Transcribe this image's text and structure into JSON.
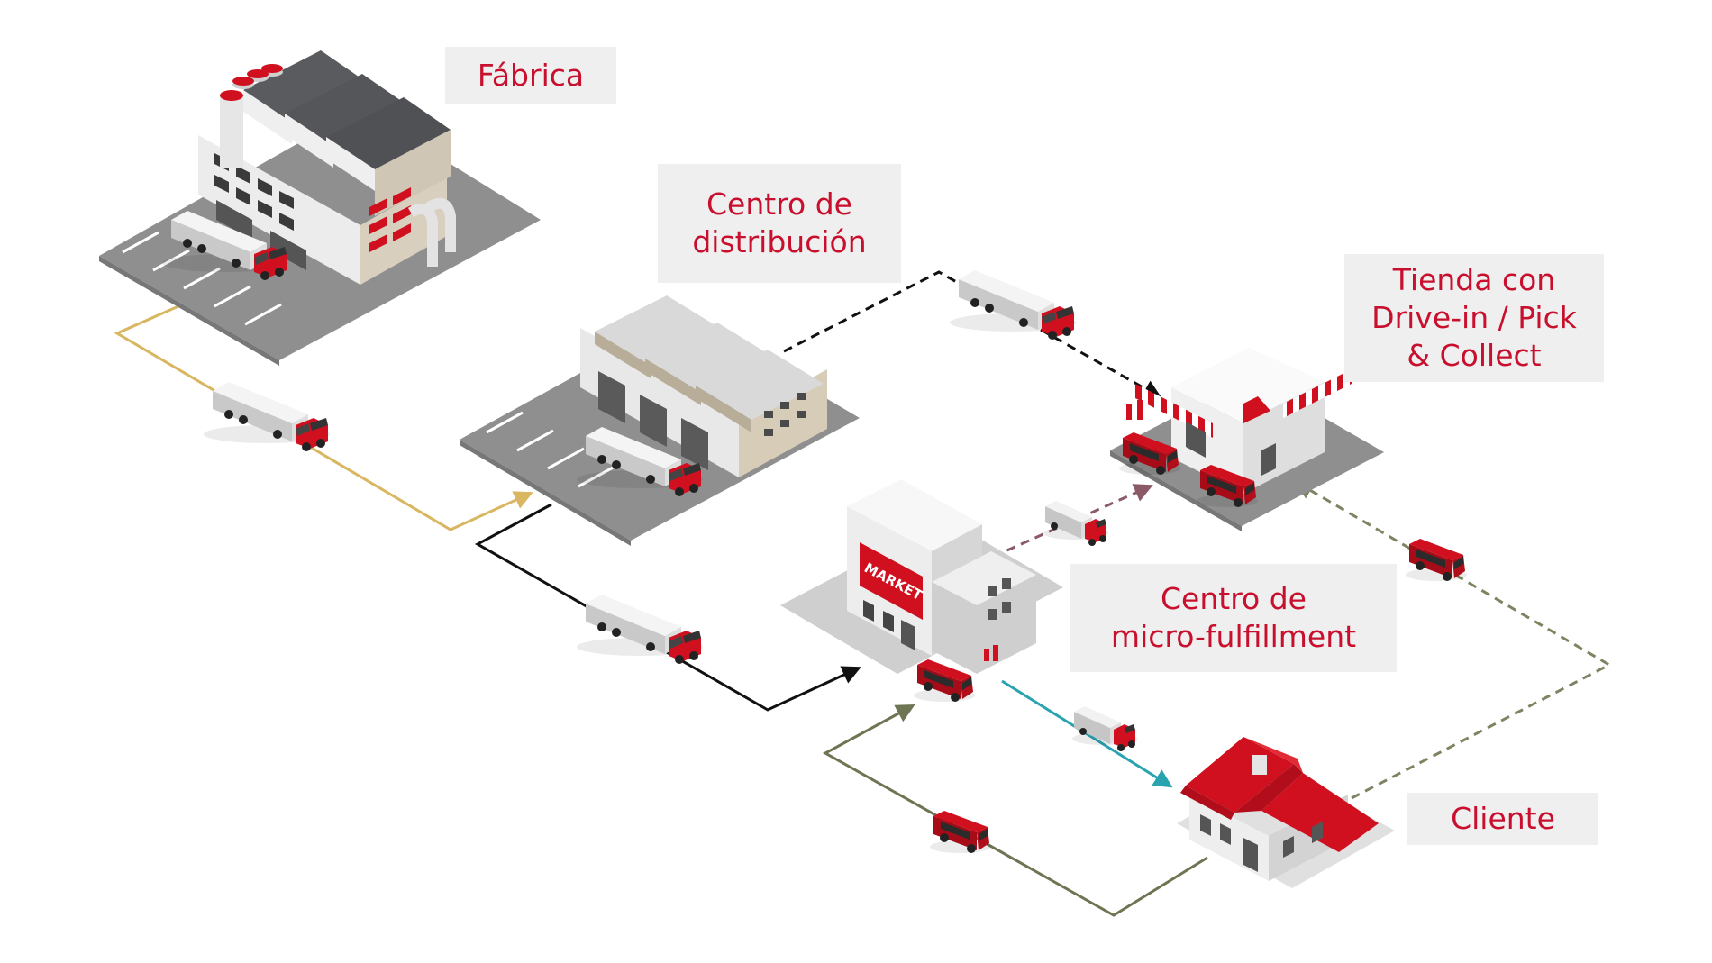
{
  "labels": {
    "fabrica": "Fábrica",
    "distribucion": {
      "line1": "Centro de",
      "line2": "distribución"
    },
    "tienda": {
      "line1": "Tienda con",
      "line2": "Drive-in / Pick",
      "line3": "& Collect"
    },
    "micro": {
      "line1": "Centro de",
      "line2": "micro-fulfillment"
    },
    "cliente": "Cliente",
    "market_sign": "MARKET"
  },
  "colors": {
    "label_text": "#c8102e",
    "label_bg": "#efefef",
    "brand_red": "#d0101f",
    "route_factory_to_dc": "#d9b660",
    "route_dc_to_micro": "#111111",
    "route_dc_to_store": "#111111",
    "route_micro_to_store": "#8a5a66",
    "route_micro_to_customer": "#2aa3b1",
    "route_customer_to_micro": "#6e7553",
    "route_customer_to_store": "#7e8462"
  }
}
